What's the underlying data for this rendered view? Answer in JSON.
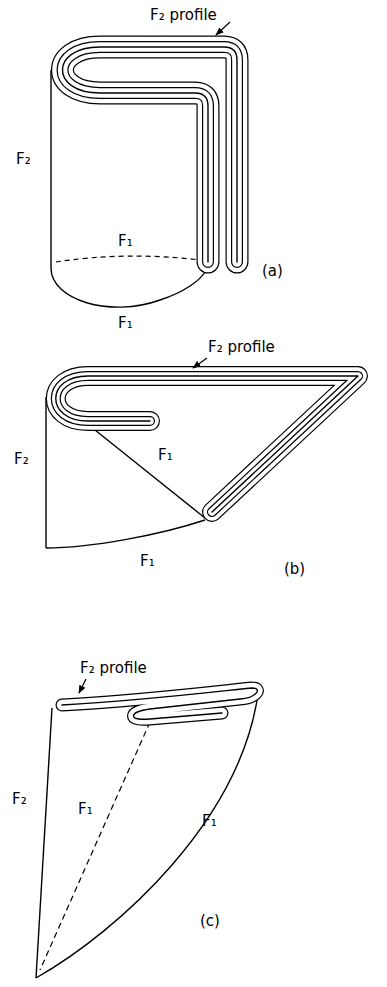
{
  "diagram": {
    "labels": [
      "F₂ profile",
      "F₂",
      "F₁",
      "F₁",
      "(a)",
      "F₂ profile",
      "F₂",
      "F₁",
      "F₁",
      "(b)",
      "F₂ profile",
      "F₂",
      "F₁",
      "F₁",
      "(c)"
    ]
  }
}
